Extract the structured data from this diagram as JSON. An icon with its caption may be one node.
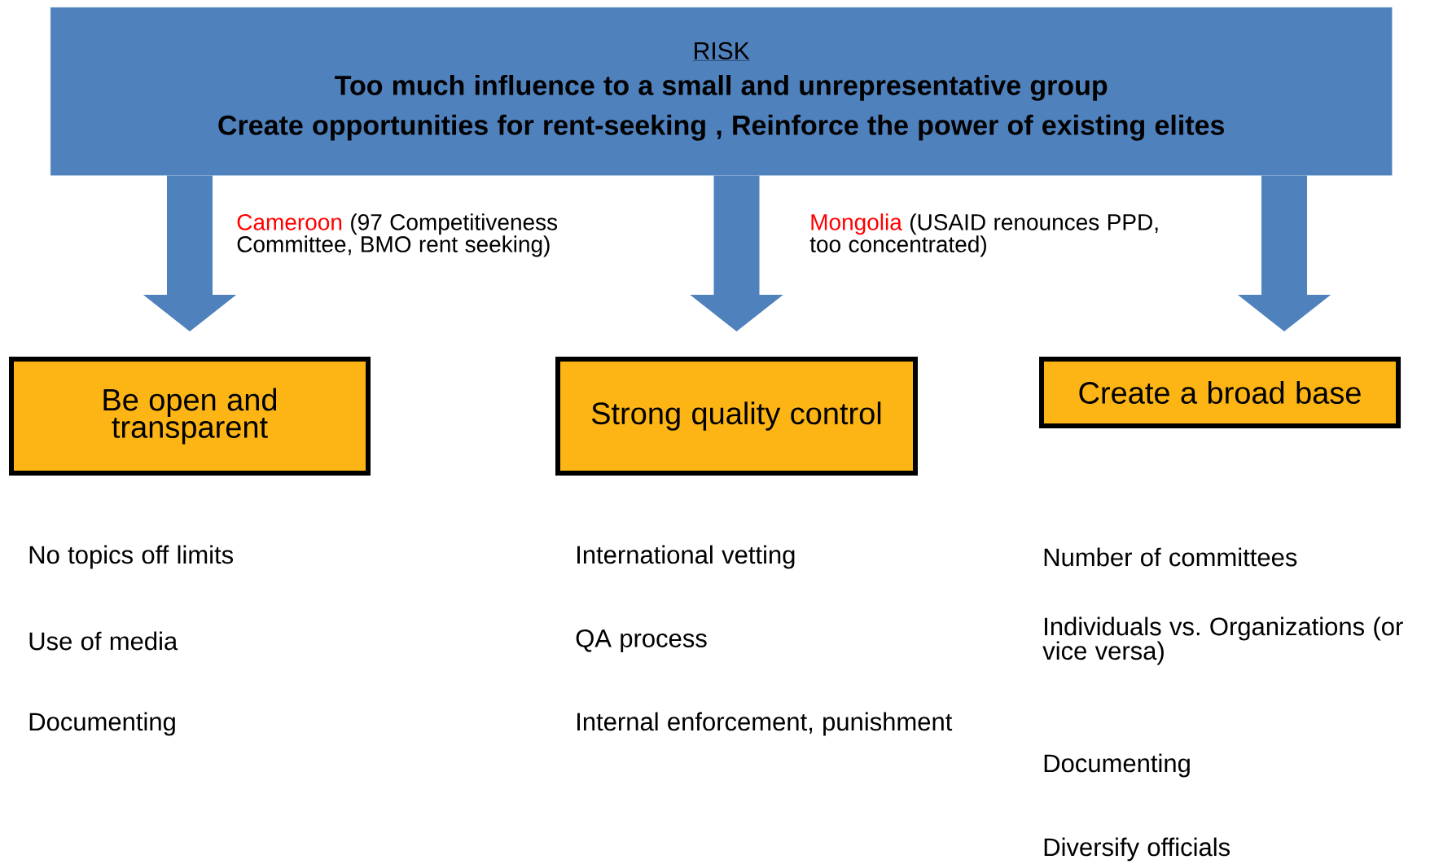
{
  "diagram": {
    "nodes": [
      {
        "text": [
          "RISK",
          "Too much influence to a small and unrepresentative group",
          "Create opportunities for rent-seeking , Reinforce the power of existing elites"
        ]
      },
      {
        "text": [
          "Be open and transparent"
        ]
      },
      {
        "text": [
          "Strong quality control"
        ]
      },
      {
        "text": [
          "Create a broad base"
        ]
      }
    ],
    "edges": [
      {
        "from": 0,
        "to": 1,
        "arrow": "to"
      },
      {
        "from": 0,
        "to": 2,
        "arrow": "to"
      },
      {
        "from": 0,
        "to": 3,
        "arrow": "to"
      }
    ],
    "labels": [
      "Cameroon",
      "(97 Competitiveness Committee, BMO rent seeking)",
      "Mongolia",
      "(USAID renounces PPD, too concentrated)",
      "No topics off limits",
      "Use of media",
      "Documenting",
      "International vetting",
      "QA process",
      "Internal enforcement, punishment",
      "Number of committees",
      "Individuals vs. Organizations (or vice versa)",
      "Documenting",
      "Diversify officials"
    ]
  }
}
